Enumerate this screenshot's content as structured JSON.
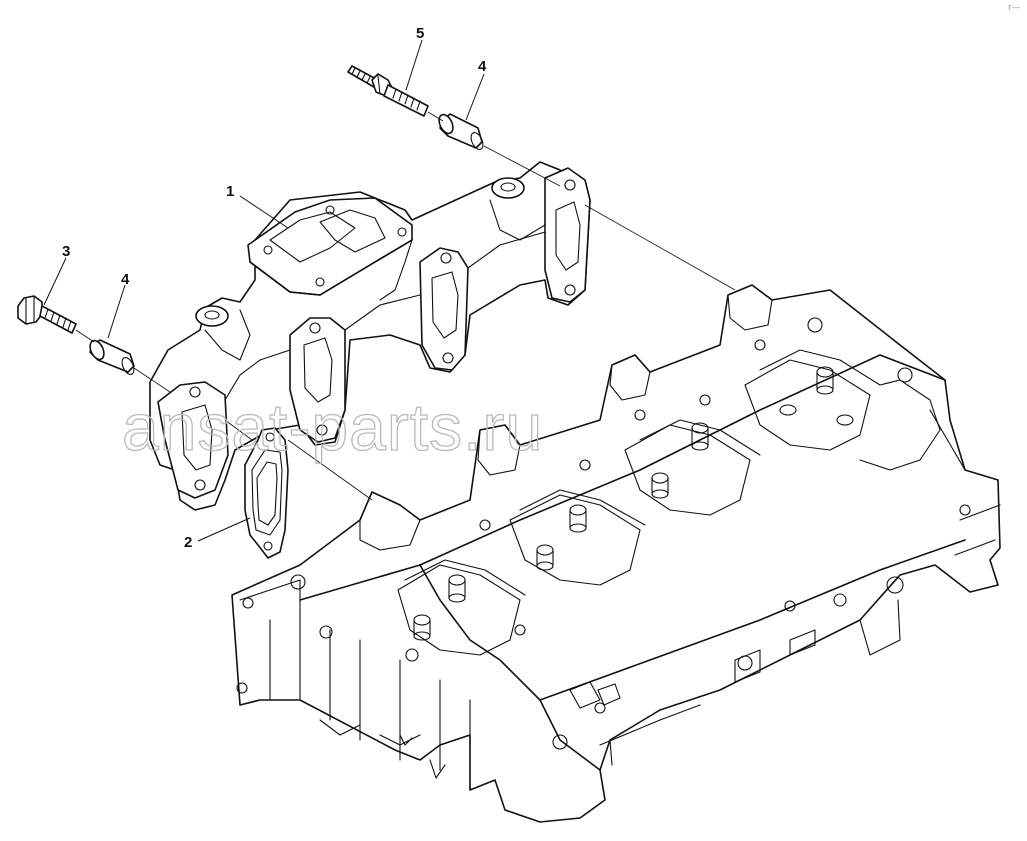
{
  "callouts": {
    "c1": "1",
    "c2": "2",
    "c3": "3",
    "c4a": "4",
    "c4b": "4",
    "c5": "5"
  },
  "watermark": "ansat-parts.ru",
  "corner_mark": "r—"
}
